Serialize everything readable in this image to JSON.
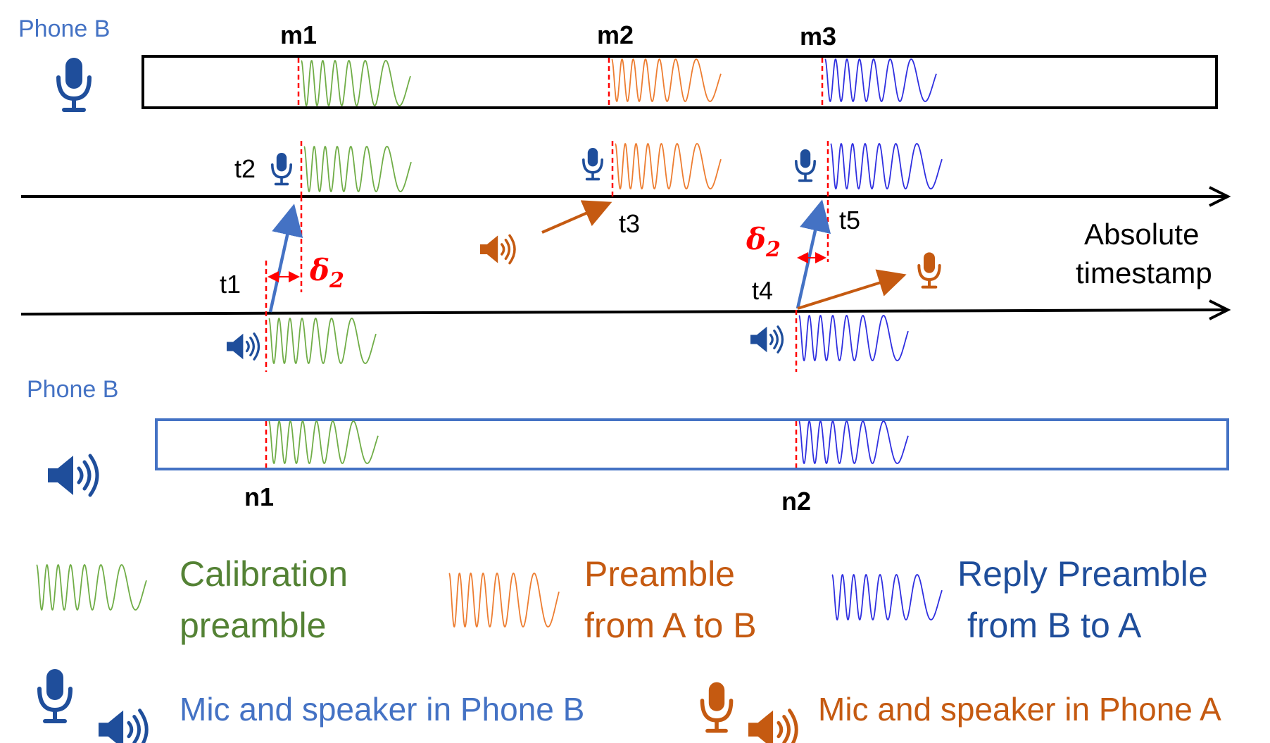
{
  "colors": {
    "green": "#70AD47",
    "green_text": "#548235",
    "orange": "#ED7D31",
    "orange_dark": "#C55A11",
    "blue": "#4472C4",
    "navy": "#1F4E9B",
    "wave_blue": "#2F2FE0",
    "red": "#FF0000",
    "black": "#000000"
  },
  "top_track": {
    "label": "Phone B",
    "icon": "microphone-icon",
    "markers": [
      "m1",
      "m2",
      "m3"
    ]
  },
  "bottom_track": {
    "label": "Phone B",
    "icon": "speaker-icon",
    "markers": [
      "n1",
      "n2"
    ]
  },
  "timeline": {
    "labels": [
      "t1",
      "t2",
      "t3",
      "t4",
      "t5"
    ],
    "delta_label": "δ",
    "delta_sub": "2",
    "axis_label_line1": "Absolute",
    "axis_label_line2": "timestamp"
  },
  "legend": {
    "calibration_line1": "Calibration",
    "calibration_line2": "preamble",
    "preamble_line1": "Preamble",
    "preamble_line2": "from A to B",
    "reply_line1": "Reply Preamble",
    "reply_line2": "from B to A",
    "phone_b_devices": "Mic and speaker in Phone B",
    "phone_a_devices": "Mic and speaker in Phone A"
  }
}
